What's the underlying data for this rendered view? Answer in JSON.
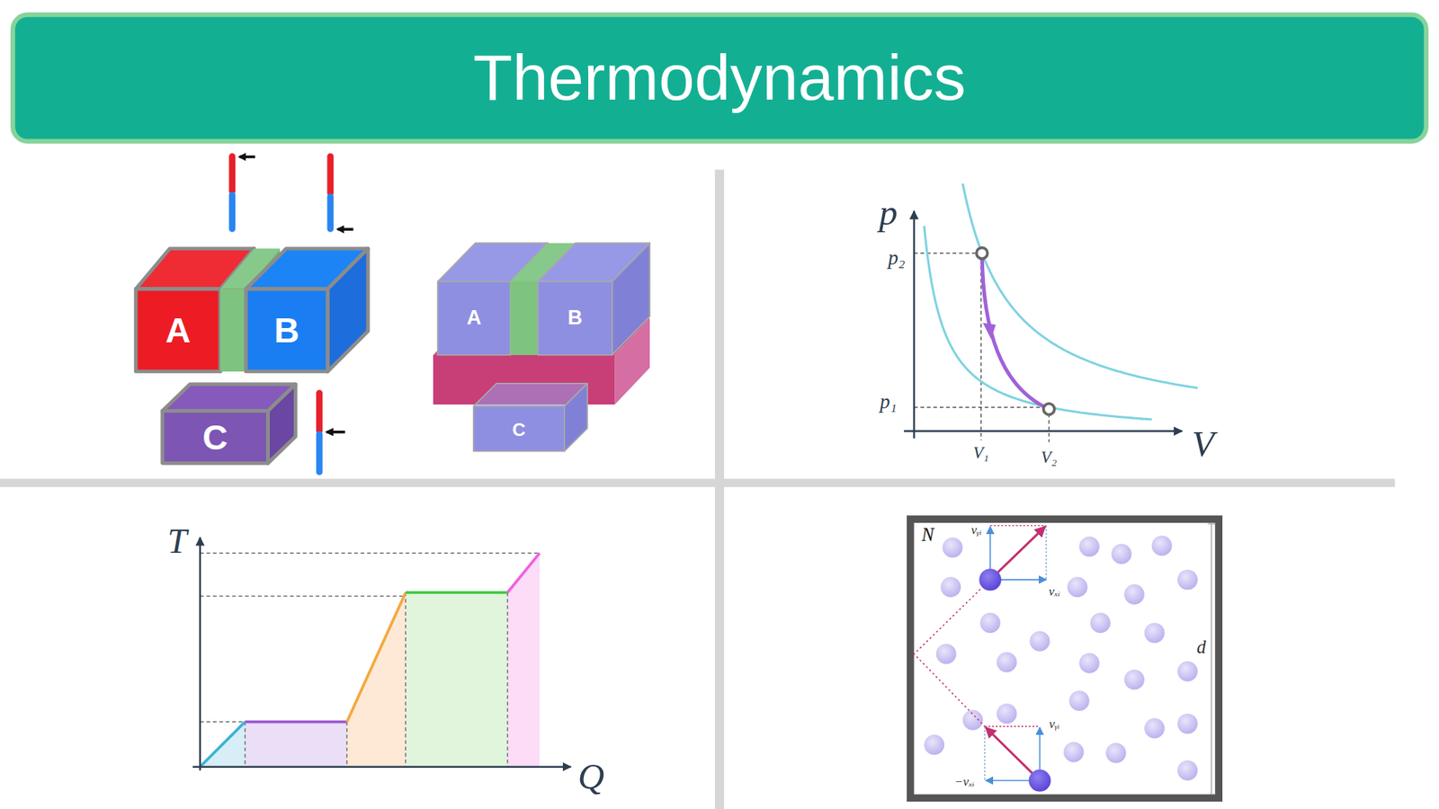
{
  "diagram": {
    "title": "Thermodynamics",
    "nodes": [
      {
        "text": [
          "A"
        ]
      },
      {
        "text": [
          "B"
        ]
      },
      {
        "text": [
          "A"
        ]
      },
      {
        "text": [
          "B"
        ]
      },
      {
        "text": [
          "C"
        ]
      },
      {
        "text": [
          "C"
        ]
      }
    ],
    "labels": [
      "p",
      "p₂",
      "p₁",
      "V₁",
      "V₂",
      "V",
      "T",
      "Q",
      "N",
      "vᵧᵢ",
      "vₓᵢ",
      "d",
      "vᵧᵢ",
      "−vₓᵢ"
    ]
  }
}
